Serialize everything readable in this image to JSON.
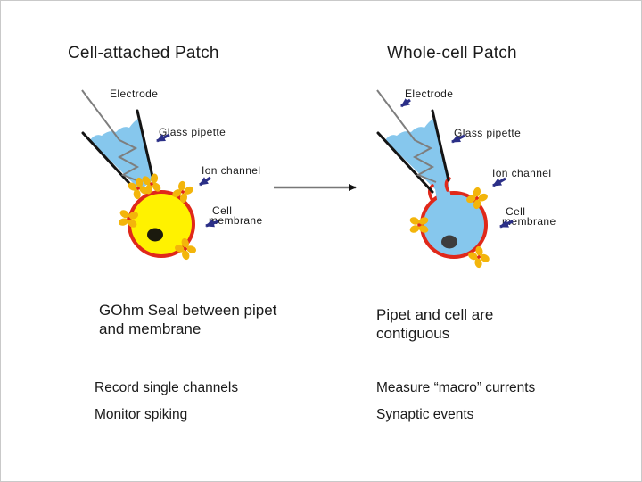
{
  "titles": {
    "left": "Cell-attached Patch",
    "right": "Whole-cell Patch"
  },
  "diagram_labels": {
    "electrode": "Electrode",
    "glass_pipette": "Glass pipette",
    "ion_channel": "Ion channel",
    "cell_line1": "Cell",
    "cell_line2": "membrane"
  },
  "notes": {
    "left": "GOhm Seal between pipet and membrane",
    "right": "Pipet and cell are contiguous"
  },
  "bullets": {
    "left": [
      "Record single channels",
      "Monitor spiking"
    ],
    "right": [
      "Measure “macro” currents",
      "Synaptic events"
    ]
  },
  "colors": {
    "pipette_fluid": "#86C7ED",
    "cell_left_fill": "#FFF200",
    "cell_right_fill": "#86C7ED",
    "membrane_red": "#E0281A",
    "ion_channel_orange": "#F3B50B",
    "label_arrow_navy": "#2B2F87",
    "electrode_wire_gray": "#7E7E7E",
    "nucleus_left": "#1B1A0E",
    "nucleus_right": "#3D3D3D",
    "text": "#1A1A1A"
  }
}
